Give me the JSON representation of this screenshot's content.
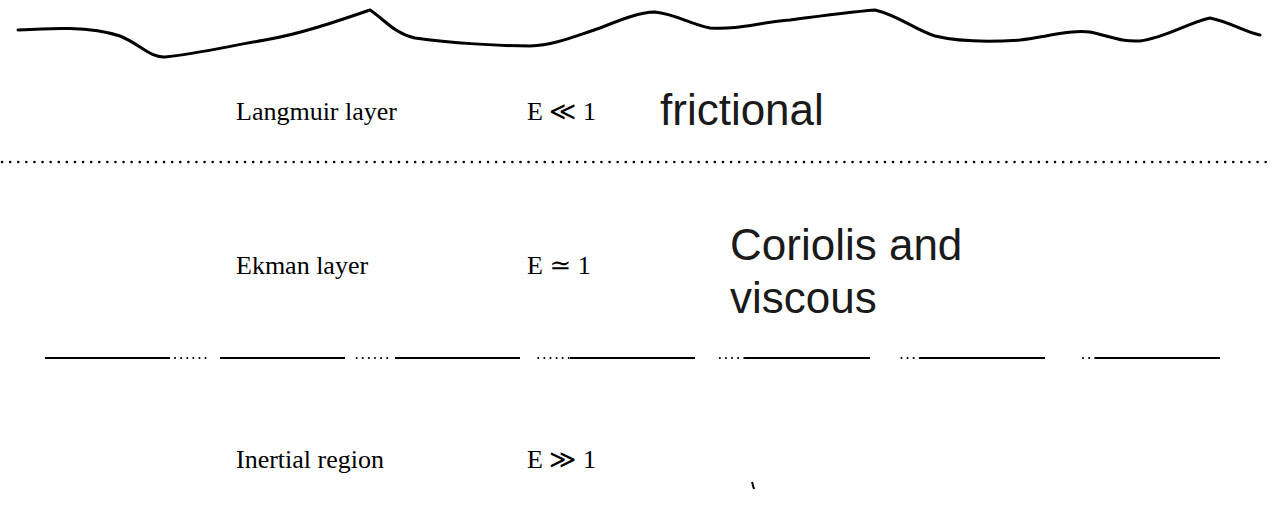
{
  "diagram": {
    "nodes": [
      {
        "text": [
          "Langmuir layer",
          "E ≪ 1",
          "frictional"
        ]
      },
      {
        "text": [
          "Ekman layer",
          "E ≃ 1",
          "Coriolis and viscous"
        ]
      },
      {
        "text": [
          "Inertial region",
          "E ≫ 1"
        ]
      }
    ]
  }
}
